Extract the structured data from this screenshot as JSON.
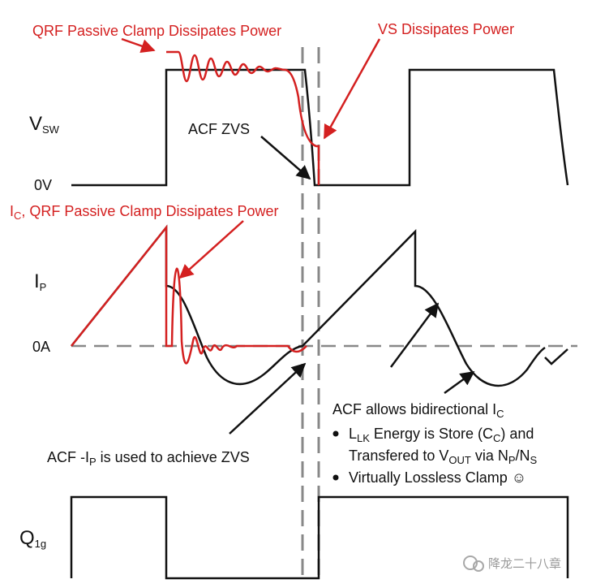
{
  "labels": {
    "qrf_clamp": "QRF Passive Clamp Dissipates Power",
    "vs_dissipates": "VS Dissipates Power",
    "acf_zvs": "ACF  ZVS",
    "ic_prefix": "I",
    "ic_sub": "C",
    "ic_rest": ", QRF Passive Clamp Dissipates Power",
    "acf_ip_a": "ACF -I",
    "acf_ip_sub": "P",
    "acf_ip_b": " is used to achieve ZVS",
    "acf_bidir_a": "ACF allows bidirectional I",
    "acf_bidir_sub": "C",
    "bullet1_l": "L",
    "bullet1_lsub": "LK",
    "bullet1_a": " Energy is Store (C",
    "bullet1_csub": "C",
    "bullet1_b": ") and",
    "bullet2_a": "Transfered to V",
    "bullet2_vsub": "OUT",
    "bullet2_b": " via N",
    "bullet2_psub": "P",
    "bullet2_c": "/N",
    "bullet2_ssub": "S",
    "bullet3": "Virtually Lossless Clamp ☺"
  },
  "axes": {
    "vsw_main": "V",
    "vsw_sub": "SW",
    "zero_v": "0V",
    "ip_main": "I",
    "ip_sub": "P",
    "zero_a": "0A",
    "q1g_main": "Q",
    "q1g_sub": "1g"
  },
  "watermark": "降龙二十八章",
  "colors": {
    "red": "#d42020",
    "black": "#111111",
    "dashed": "#888888"
  }
}
